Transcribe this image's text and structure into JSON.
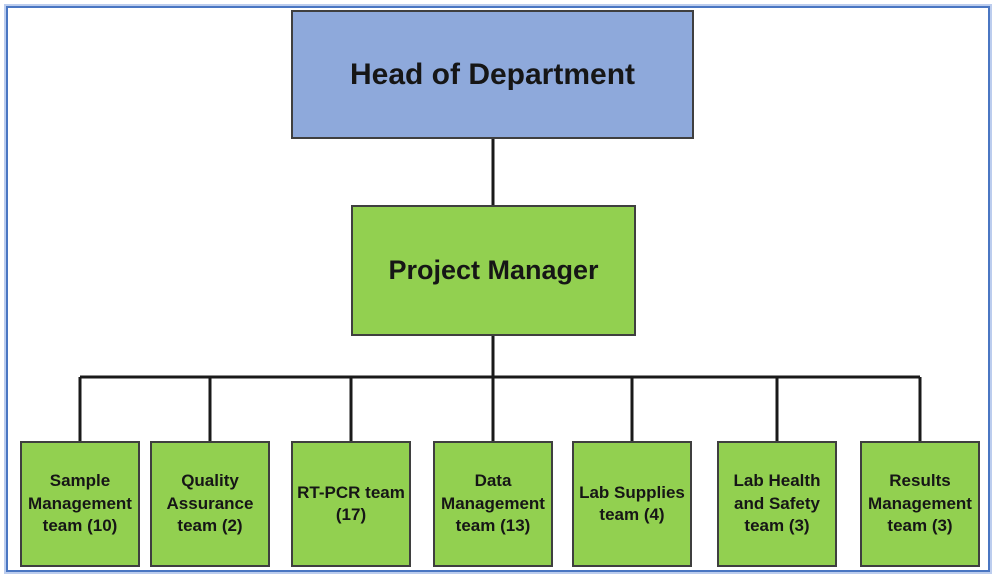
{
  "org_chart": {
    "root": {
      "label": "Head of Department"
    },
    "manager": {
      "label": "Project Manager"
    },
    "teams": [
      {
        "label": "Sample Management team (10)"
      },
      {
        "label": "Quality Assurance team (2)"
      },
      {
        "label": "RT-PCR team (17)"
      },
      {
        "label": "Data Management team (13)"
      },
      {
        "label": "Lab Supplies team (4)"
      },
      {
        "label": "Lab Health and Safety team (3)"
      },
      {
        "label": "Results Management team (3)"
      }
    ],
    "colors": {
      "root_fill": "#8EA9DB",
      "manager_fill": "#92D050",
      "team_fill": "#92D050",
      "node_border": "#3f3f3f",
      "connector": "#1a1a1a",
      "frame_border": "#4a76c2",
      "frame_glow": "#bccdee"
    }
  }
}
